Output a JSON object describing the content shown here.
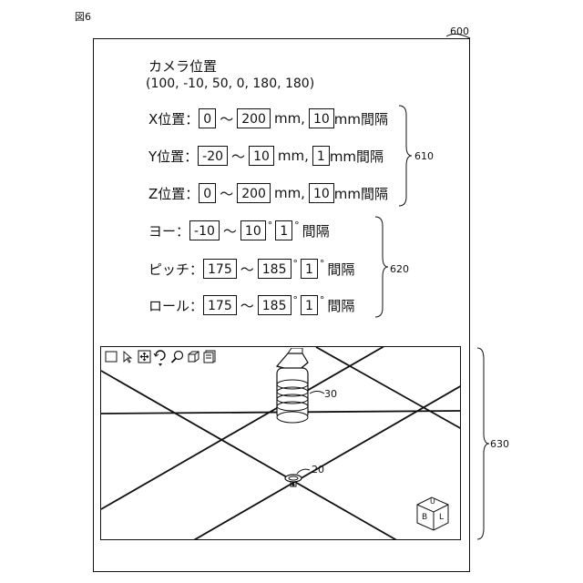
{
  "figure": {
    "label": "図6",
    "ref_600": "600",
    "ref_610": "610",
    "ref_620": "620",
    "ref_630": "630"
  },
  "camera": {
    "title": "カメラ位置",
    "coords": "(100, -10, 50, 0, 180, 180)"
  },
  "position_rows": [
    {
      "label": "X位置：",
      "min": "0",
      "max": "200",
      "unit": "mm,",
      "step": "10",
      "step_unit": "mm間隔"
    },
    {
      "label": "Y位置：",
      "min": "-20",
      "max": "10",
      "unit": "mm,",
      "step": "1",
      "step_unit": "mm間隔"
    },
    {
      "label": "Z位置：",
      "min": "0",
      "max": "200",
      "unit": "mm,",
      "step": "10",
      "step_unit": "mm間隔"
    }
  ],
  "rotation_rows": [
    {
      "label": "ヨー：",
      "min": "-10",
      "max": "10",
      "deg": "°",
      "step": "1",
      "step_unit": "間隔"
    },
    {
      "label": "ピッチ：",
      "min": "175",
      "max": "185",
      "deg": "°",
      "step": "1",
      "step_unit": "間隔"
    },
    {
      "label": "ロール：",
      "min": "175",
      "max": "185",
      "deg": "°",
      "step": "1",
      "step_unit": "間隔"
    }
  ],
  "common": {
    "tilde": "～"
  },
  "viewport": {
    "tools": [
      "frame-icon",
      "pointer-icon",
      "move-icon",
      "rotate-icon",
      "zoom-icon",
      "box-icon",
      "layers-icon"
    ],
    "camera_ref": "30",
    "target_ref": "20",
    "cube_faces": [
      "U",
      "B",
      "L"
    ]
  }
}
